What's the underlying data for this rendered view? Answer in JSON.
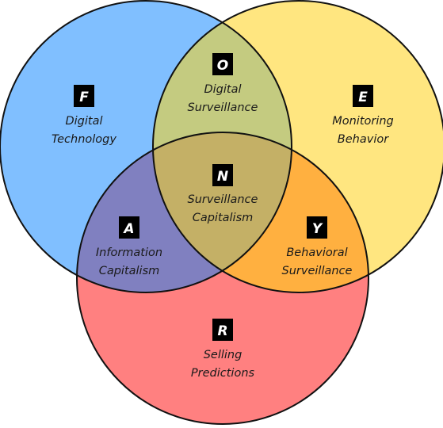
{
  "circles": [
    {
      "id": "digital-technology",
      "color": "#80bfff"
    },
    {
      "id": "monitoring-behavior",
      "color": "#ffe680"
    },
    {
      "id": "selling-predictions",
      "color": "#ff8080"
    }
  ],
  "overlap_colors": {
    "digital_surveillance": "#c4cb80",
    "information_capitalism": "#8080c0",
    "behavioral_surveillance": "#ffb040",
    "surveillance_capitalism": "#c4b066"
  },
  "regions": {
    "F": {
      "letter": "F",
      "line1": "Digital",
      "line2": "Technology"
    },
    "E": {
      "letter": "E",
      "line1": "Monitoring",
      "line2": "Behavior"
    },
    "R": {
      "letter": "R",
      "line1": "Selling",
      "line2": "Predictions"
    },
    "O": {
      "letter": "O",
      "line1": "Digital",
      "line2": "Surveillance"
    },
    "A": {
      "letter": "A",
      "line1": "Information",
      "line2": "Capitalism"
    },
    "Y": {
      "letter": "Y",
      "line1": "Behavioral",
      "line2": "Surveillance"
    },
    "N": {
      "letter": "N",
      "line1": "Surveillance",
      "line2": "Capitalism"
    }
  }
}
